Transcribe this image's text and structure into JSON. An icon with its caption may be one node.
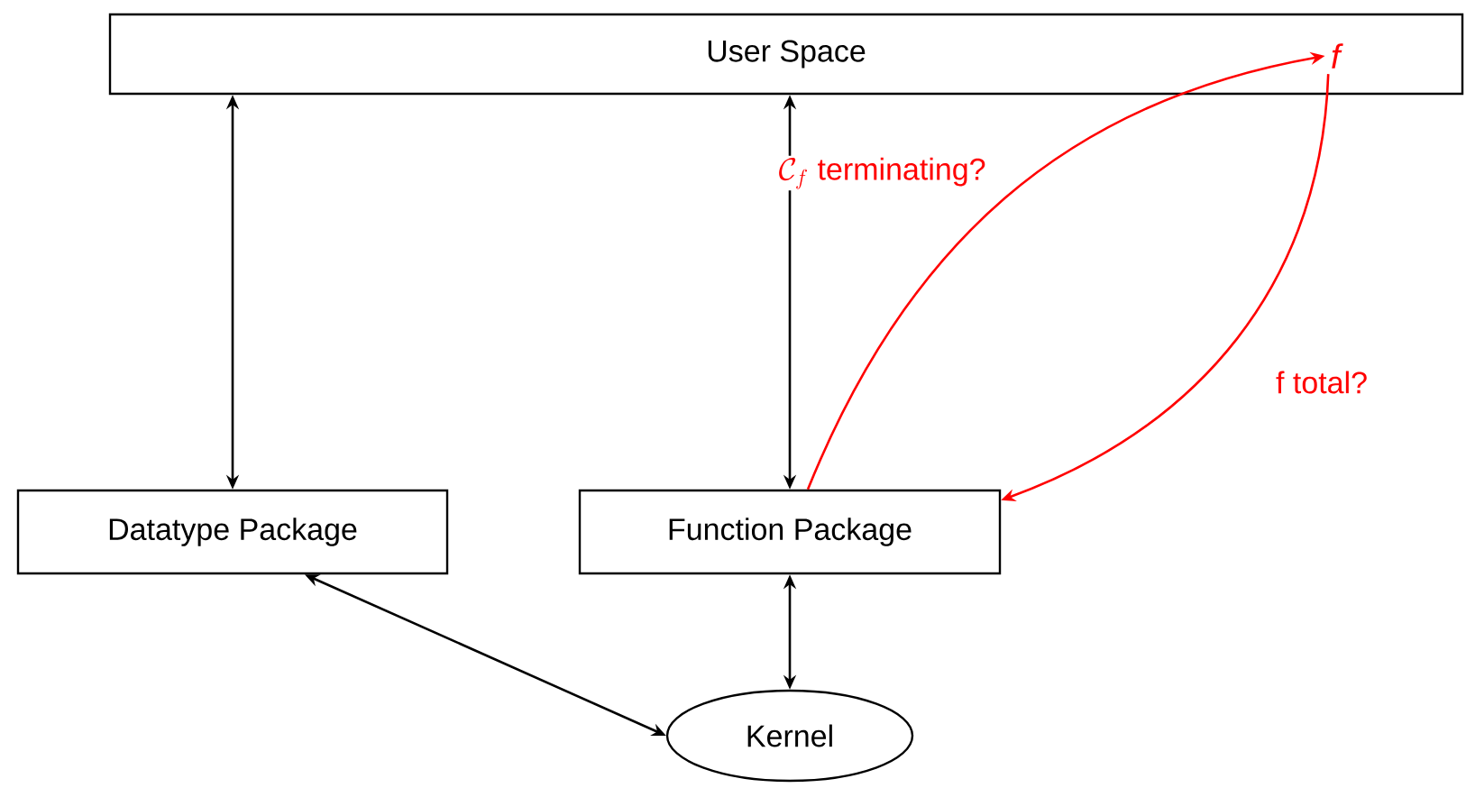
{
  "diagram": {
    "nodes": [
      {
        "text": [
          "User Space"
        ]
      },
      {
        "text": [
          "f"
        ],
        "in": 0
      },
      {
        "text": [
          "Datatype Package"
        ]
      },
      {
        "text": [
          "Function Package"
        ]
      },
      {
        "text": [
          "Kernel"
        ]
      }
    ],
    "edges": [
      {
        "from": 0,
        "to": 2,
        "arrow": "both"
      },
      {
        "from": 0,
        "to": 3,
        "arrow": "both"
      },
      {
        "from": 3,
        "to": 1,
        "arrow": "to",
        "color": "#ff0000",
        "label": "\\mathcal{C}_f\\ \\text{terminating?}"
      },
      {
        "from": 1,
        "to": 3,
        "arrow": "to",
        "color": "#ff0000",
        "label": "f total?"
      },
      {
        "from": 2,
        "to": 4,
        "arrow": "both"
      },
      {
        "from": 3,
        "to": 4,
        "arrow": "both"
      }
    ]
  }
}
